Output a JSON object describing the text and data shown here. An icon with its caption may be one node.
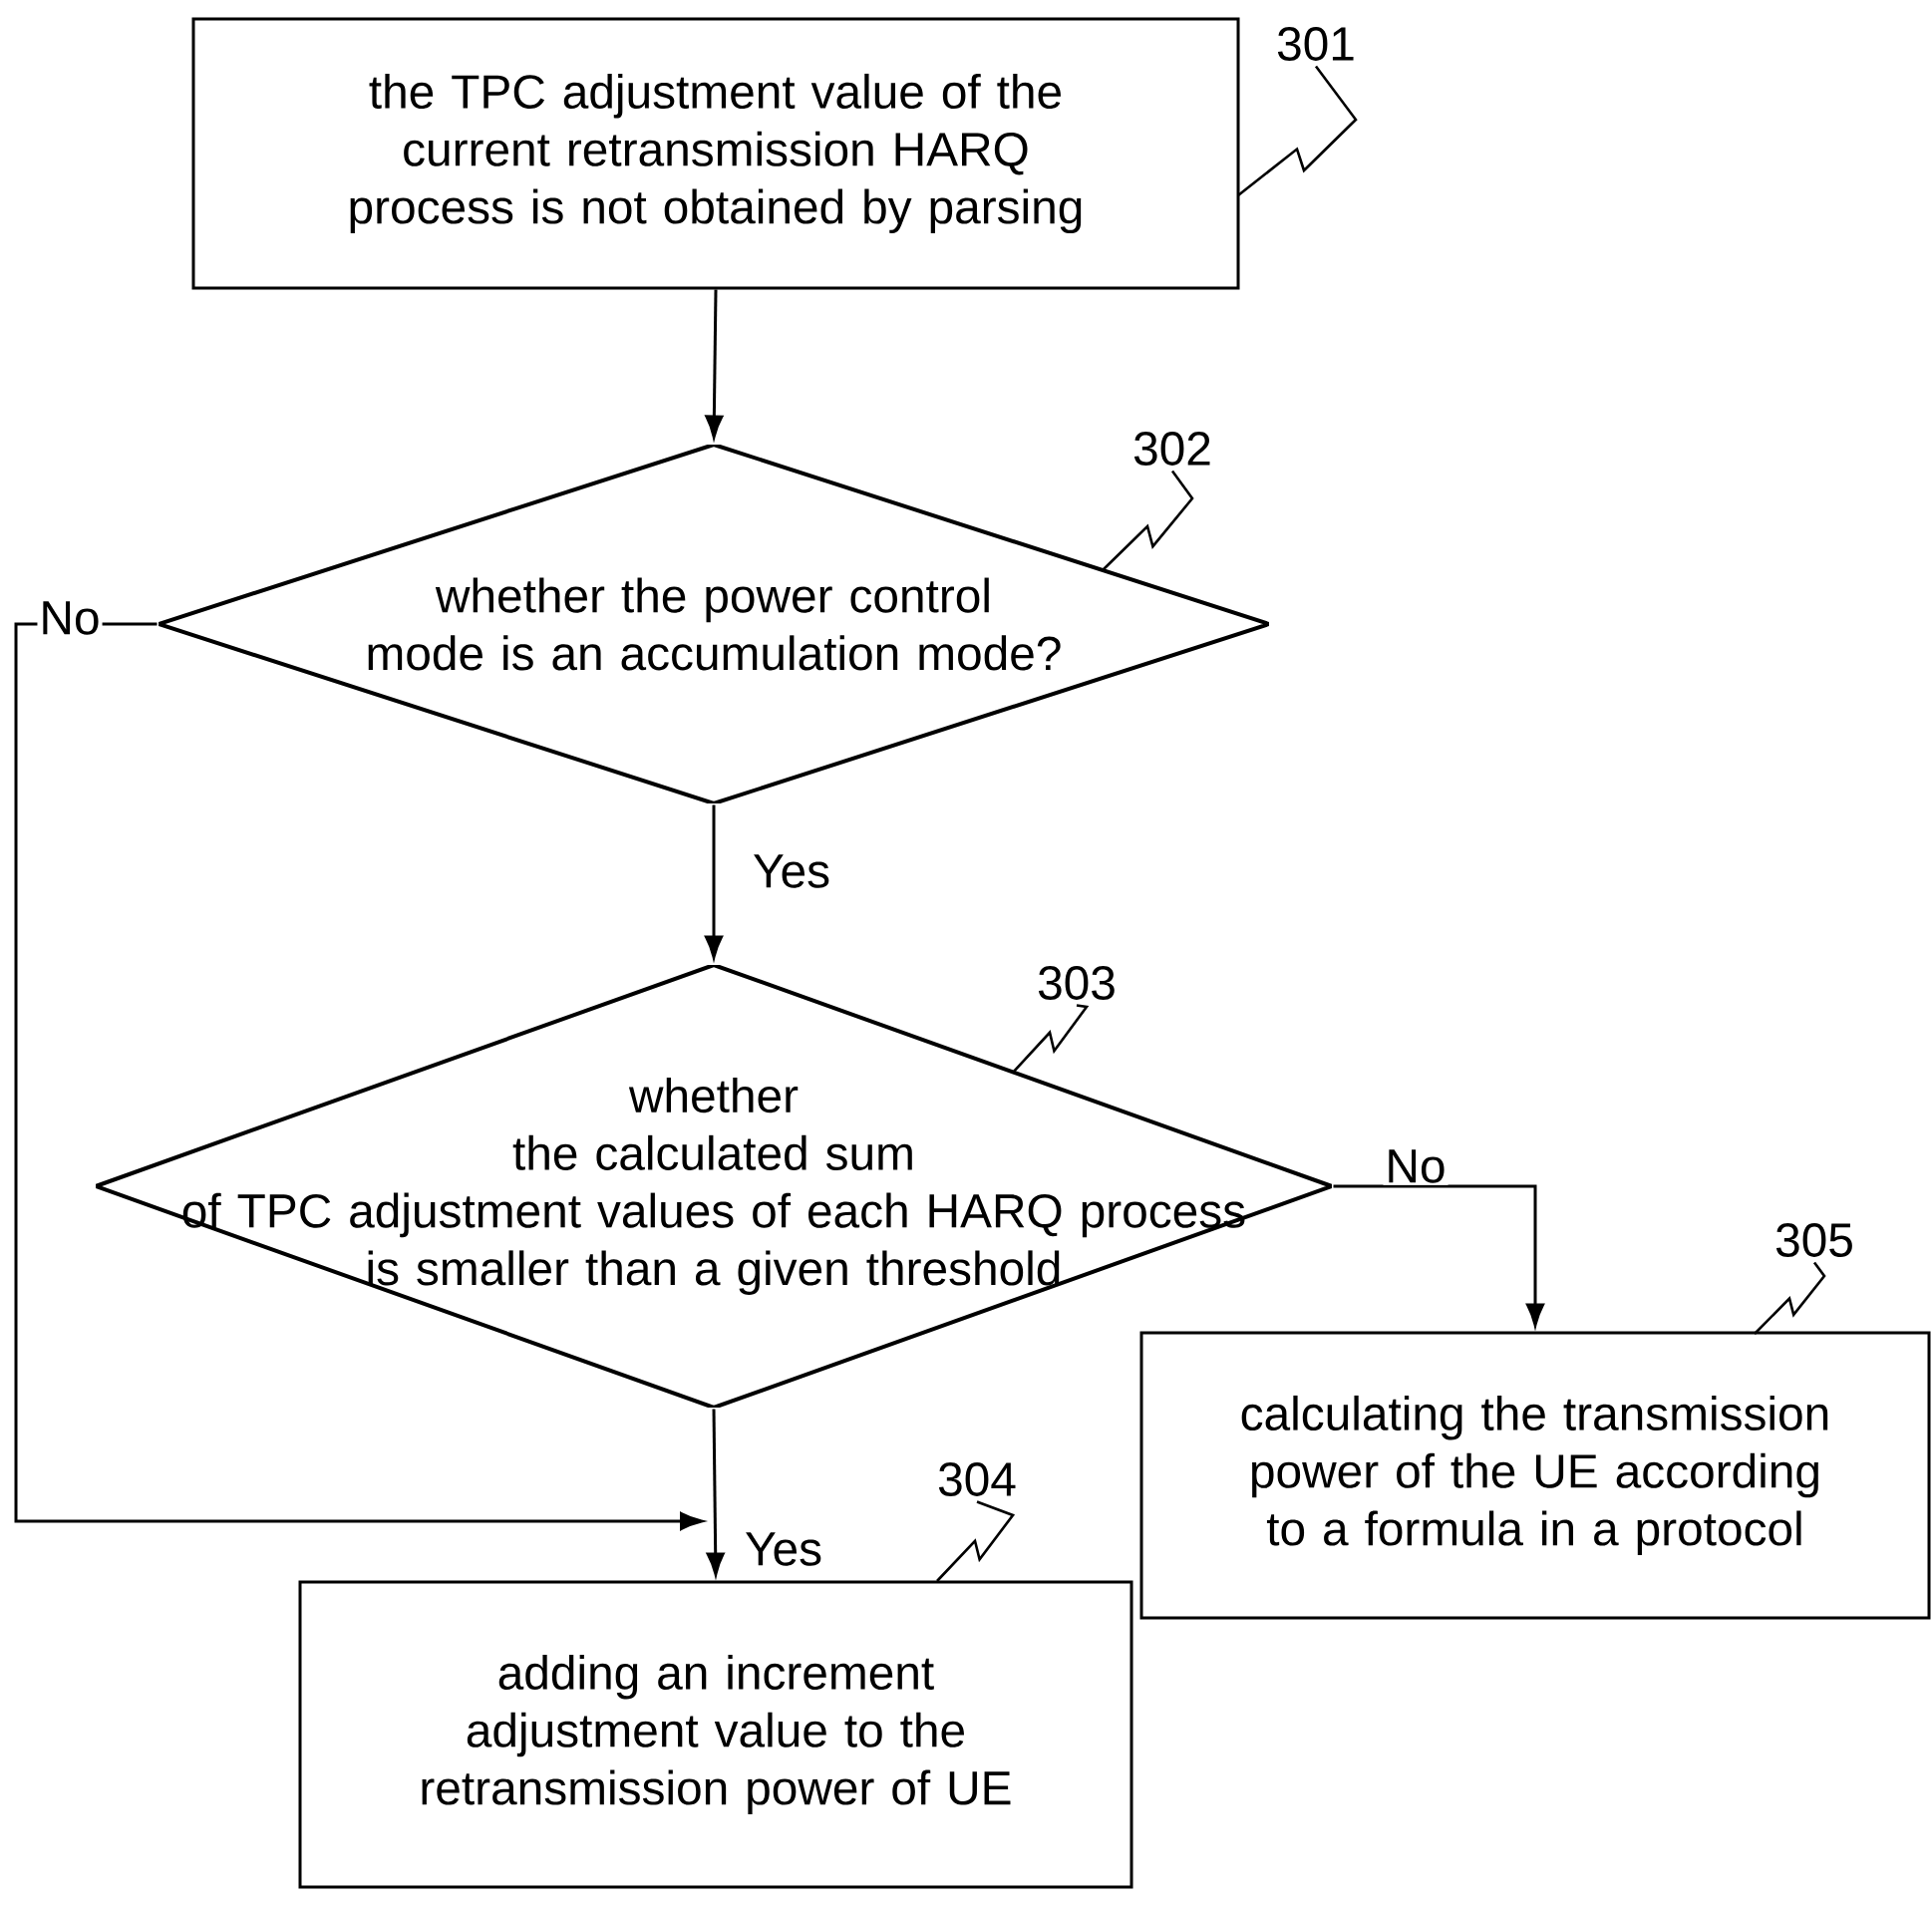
{
  "diagram": {
    "nodes": [
      {
        "text": [
          "the TPC adjustment value of the current retransmission HARQ process is not obtained by parsing"
        ]
      },
      {
        "text": [
          "whether the power control mode is an accumulation mode?"
        ]
      },
      {
        "text": [
          "whether the calculated sum of TPC adjustment values of each HARQ process is smaller than a given threshold"
        ]
      },
      {
        "text": [
          "calculating the transmission power of the UE according to a formula in a protocol"
        ]
      },
      {
        "text": [
          "adding an increment adjustment value to the retransmission power of UE"
        ]
      },
      {
        "text": [
          "301"
        ]
      },
      {
        "text": [
          "302"
        ]
      },
      {
        "text": [
          "303"
        ]
      },
      {
        "text": [
          "305"
        ]
      },
      {
        "text": [
          "304"
        ]
      }
    ],
    "edges": [
      {
        "from": 0,
        "to": 1,
        "arrow": "to"
      },
      {
        "from": 1,
        "to": 4,
        "arrow": "to",
        "label": "No"
      },
      {
        "from": 1,
        "to": 2,
        "arrow": "to",
        "label": "Yes"
      },
      {
        "from": 2,
        "to": 3,
        "arrow": "to",
        "label": "No"
      },
      {
        "from": 2,
        "to": 4,
        "arrow": "to",
        "label": "Yes"
      },
      {
        "from": 5,
        "to": 0,
        "arrow": "none"
      },
      {
        "from": 6,
        "to": 1,
        "arrow": "none"
      },
      {
        "from": 7,
        "to": 2,
        "arrow": "none"
      },
      {
        "from": 8,
        "to": 3,
        "arrow": "none"
      },
      {
        "from": 9,
        "to": 4,
        "arrow": "none"
      }
    ]
  }
}
